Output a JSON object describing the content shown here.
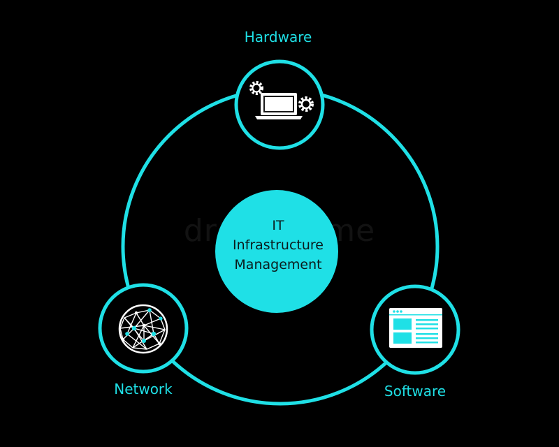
{
  "center": {
    "line1": "IT",
    "line2": "Infrastructure",
    "line3": "Management"
  },
  "nodes": {
    "hardware": {
      "label": "Hardware",
      "icon": "laptop-gears-icon"
    },
    "network": {
      "label": "Network",
      "icon": "network-globe-icon"
    },
    "software": {
      "label": "Software",
      "icon": "browser-window-icon"
    }
  },
  "colors": {
    "accent": "#1fe0e6",
    "center_fill": "#1fe0e6",
    "background": "#000000",
    "icon_stroke": "#ffffff"
  },
  "watermark": {
    "text": "dreamstime"
  }
}
